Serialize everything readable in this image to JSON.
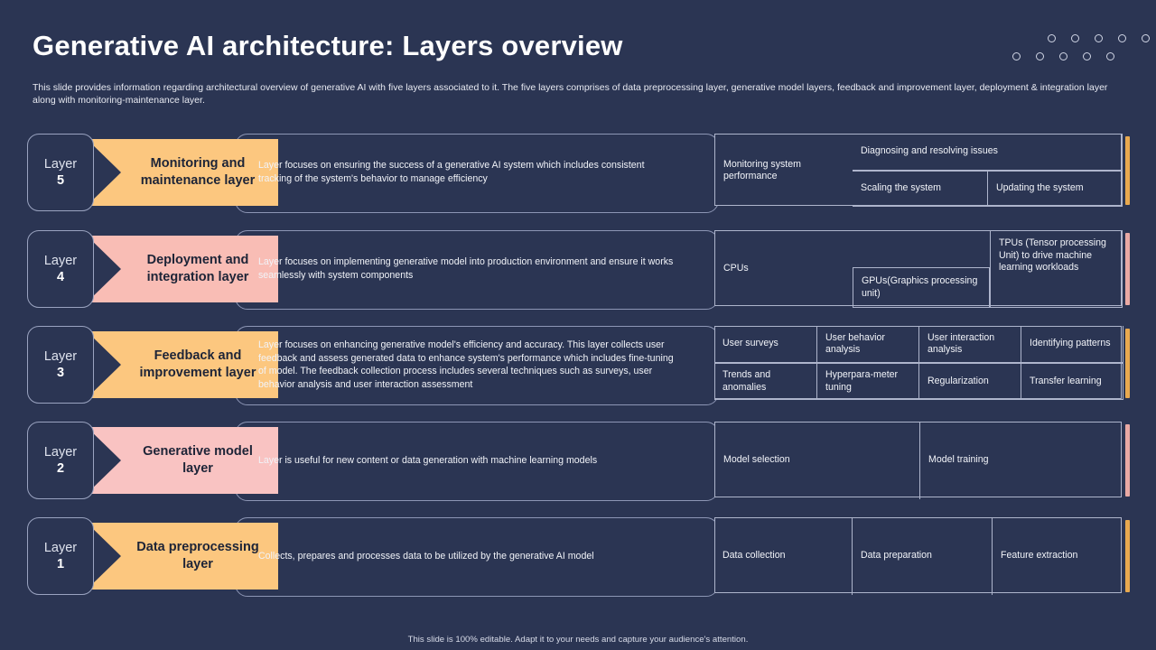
{
  "header": {
    "title": "Generative AI architecture:  Layers overview",
    "subtitle": "This slide provides information regarding architectural overview of generative AI  with five  layers associated to it. The five  layers comprises of data preprocessing layer, generative model layers, feedback and improvement layer, deployment & integration layer along with monitoring-maintenance layer."
  },
  "decor": {
    "dot_icon": "circle-outline-icon",
    "row1_count": 5,
    "row2_count": 5
  },
  "colors": {
    "background": "#2b3553",
    "orange": "#fcc77f",
    "pink": "#f9bdb5",
    "pink_light": "#f9c3c2",
    "border": "#aeb5cc",
    "text": "#ffffff"
  },
  "rows": [
    {
      "tag_label": "Layer",
      "tag_number": "5",
      "band_title": "Monitoring  and maintenance layer",
      "band_color": "#fcc77f",
      "band_width": 212,
      "description": "Layer focuses on ensuring the success of a generative AI  system which includes consistent tracking of the system's behavior to manage efficiency",
      "accent_color": "#e8a94f",
      "cells": [
        {
          "label": "Monitoring system performance"
        },
        {
          "label": "Diagnosing and resolving issues"
        },
        {
          "label": "Scaling the system"
        },
        {
          "label": "Updating the system"
        }
      ]
    },
    {
      "tag_label": "Layer",
      "tag_number": "4",
      "band_title": "Deployment and integration layer",
      "band_color": "#f9bdb5",
      "band_width": 212,
      "description": "Layer focuses on implementing generative model into production environment and ensure it works seamlessly with system components",
      "accent_color": "#e9a9a4",
      "cells": [
        {
          "label": "CPUs"
        },
        {
          "label": "GPUs(Graphics processing unit)"
        },
        {
          "label": "TPUs (Tensor processing Unit) to drive machine learning workloads"
        }
      ]
    },
    {
      "tag_label": "Layer",
      "tag_number": "3",
      "band_title": "Feedback and improvement layer",
      "band_color": "#fcc77f",
      "band_width": 212,
      "description": "Layer focuses on enhancing generative model's efficiency and accuracy.  This layer collects user feedback and assess generated data to enhance system's performance which includes fine-tuning of model. The feedback collection process includes several techniques such as surveys, user behavior analysis and user interaction assessment",
      "accent_color": "#e8a94f",
      "cells": [
        {
          "label": "User surveys"
        },
        {
          "label": "User behavior analysis"
        },
        {
          "label": "User interaction analysis"
        },
        {
          "label": "Identifying patterns"
        },
        {
          "label": "Trends and anomalies"
        },
        {
          "label": "Hyperpara-meter tuning"
        },
        {
          "label": "Regularization"
        },
        {
          "label": "Transfer learning"
        }
      ]
    },
    {
      "tag_label": "Layer",
      "tag_number": "2",
      "band_title": "Generative model layer",
      "band_color": "#f9c3c2",
      "band_width": 212,
      "description": "Layer is useful for new content or data generation with machine learning models",
      "accent_color": "#e9a9a4",
      "cells": [
        {
          "label": "Model selection"
        },
        {
          "label": "Model training"
        }
      ]
    },
    {
      "tag_label": "Layer",
      "tag_number": "1",
      "band_title": "Data preprocessing layer",
      "band_color": "#fcc77f",
      "band_width": 212,
      "description": "Collects, prepares and processes data to be utilized by the generative AI  model",
      "accent_color": "#e8a94f",
      "cells": [
        {
          "label": "Data collection"
        },
        {
          "label": "Data preparation"
        },
        {
          "label": "Feature extraction"
        }
      ]
    }
  ],
  "footer": {
    "note": "This slide is 100% editable.  Adapt it to your needs and capture your audience's attention."
  }
}
